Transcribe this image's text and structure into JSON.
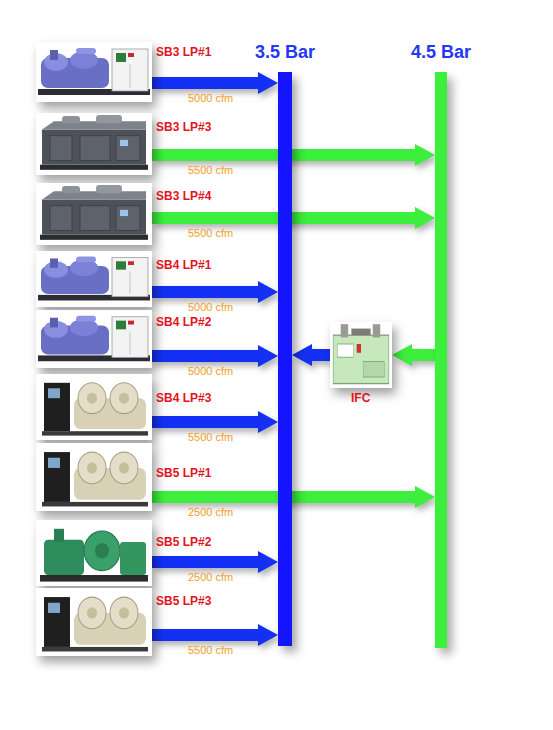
{
  "diagram": {
    "nodes": [
      {
        "text": [
          "3.5 Bar"
        ]
      },
      {
        "text": [
          "4.5 Bar"
        ]
      },
      {
        "text": [
          "SB3 LP#1"
        ]
      },
      {
        "text": [
          "SB3 LP#3"
        ]
      },
      {
        "text": [
          "SB3 LP#4"
        ]
      },
      {
        "text": [
          "SB4 LP#1"
        ]
      },
      {
        "text": [
          "SB4 LP#2"
        ]
      },
      {
        "text": [
          "SB4 LP#3"
        ]
      },
      {
        "text": [
          "SB5 LP#1"
        ]
      },
      {
        "text": [
          "SB5 LP#2"
        ]
      },
      {
        "text": [
          "SB5 LP#3"
        ]
      },
      {
        "text": [
          "IFC"
        ]
      }
    ],
    "edges": [
      {
        "from": 2,
        "to": 0,
        "arrow": "to",
        "label": "5000 cfm"
      },
      {
        "from": 3,
        "to": 1,
        "arrow": "to",
        "label": "5500 cfm"
      },
      {
        "from": 4,
        "to": 1,
        "arrow": "to",
        "label": "5500 cfm"
      },
      {
        "from": 5,
        "to": 0,
        "arrow": "to",
        "label": "5000 cfm"
      },
      {
        "from": 6,
        "to": 0,
        "arrow": "to",
        "label": "5000 cfm"
      },
      {
        "from": 7,
        "to": 0,
        "arrow": "to",
        "label": "5500 cfm"
      },
      {
        "from": 8,
        "to": 1,
        "arrow": "to",
        "label": "2500 cfm"
      },
      {
        "from": 9,
        "to": 0,
        "arrow": "to",
        "label": "2500 cfm"
      },
      {
        "from": 10,
        "to": 0,
        "arrow": "to",
        "label": "5500 cfm"
      },
      {
        "from": 1,
        "to": 11,
        "arrow": "to"
      },
      {
        "from": 11,
        "to": 0,
        "arrow": "to"
      }
    ]
  }
}
